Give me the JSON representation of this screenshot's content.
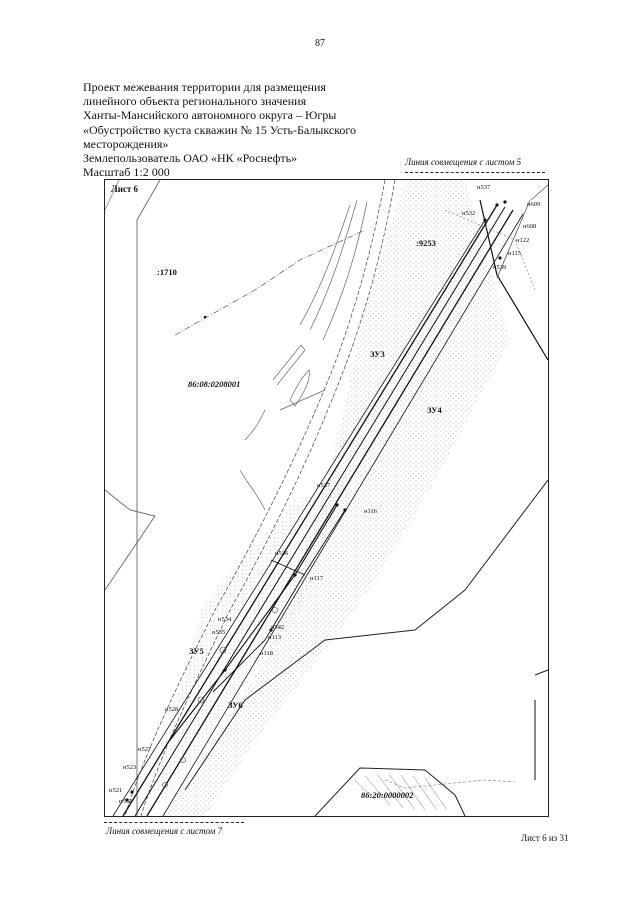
{
  "page_number": "87",
  "header": {
    "lines": [
      "Проект межевания территории для размещения",
      "линейного объекта регионального значения",
      "Ханты-Мансийского автономного округа – Югры",
      "«Обустройство куста скважин № 15 Усть-Балыкского",
      "месторождения»",
      "Землепользователь ОАО «НК «Роснефть»",
      "Масштаб 1:2 000"
    ]
  },
  "combination_top": "Линия совмещения с листом 5",
  "combination_bottom": "Линия совмещения с листом 7",
  "sheet_footer": "Лист 6 из 31",
  "map": {
    "sheet_label": "Лист 6",
    "parcels": {
      "p1710": ":1710",
      "p9253": ":9253",
      "block1": "86:08:0208001",
      "block2": "86:20:0000002"
    },
    "zones": {
      "zu3": "ЗУ3",
      "zu4": "ЗУ4",
      "zu5": "ЗУ5",
      "zu6": "ЗУ6"
    },
    "points": {
      "n537a": "н537",
      "n532a": "н532",
      "n609": "н609",
      "n608": "н608",
      "n122": "н122",
      "n115": "н115",
      "n539": "н539",
      "n537b": "н537",
      "n116": "н116",
      "n536": "н536",
      "n117": "н117",
      "n534": "н534",
      "n542": "н542",
      "n535": "н535",
      "n113": "н113",
      "n118": "н118",
      "n528": "н528",
      "n527": "н527",
      "n523": "н523",
      "n521": "н521",
      "n532b": "н532"
    }
  }
}
